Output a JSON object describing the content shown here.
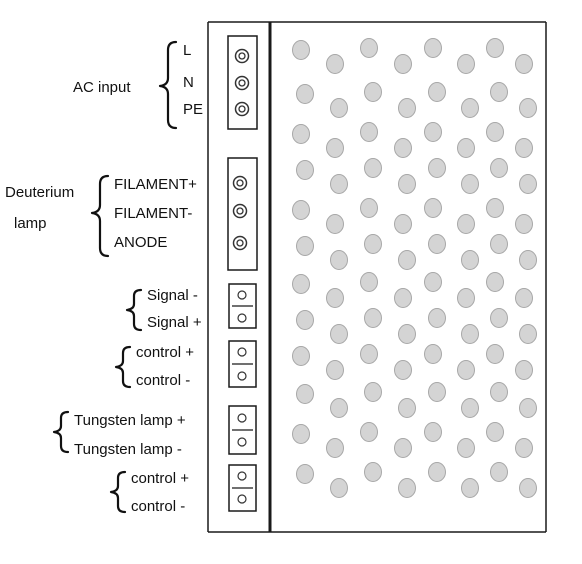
{
  "groups": {
    "ac_input": {
      "title": "AC input",
      "terminals": [
        "L",
        "N",
        "PE"
      ]
    },
    "deuterium_lamp": {
      "title_line1": "Deuterium",
      "title_line2": "lamp",
      "terminals": [
        "FILAMENT+",
        "FILAMENT-",
        "ANODE"
      ]
    },
    "signal": {
      "terminals": [
        "Signal -",
        "Signal +"
      ]
    },
    "control_1": {
      "terminals": [
        "control +",
        "control -"
      ]
    },
    "tungsten_lamp": {
      "terminals": [
        "Tungsten lamp +",
        "Tungsten lamp -"
      ]
    },
    "control_2": {
      "terminals": [
        "control +",
        "control -"
      ]
    }
  },
  "colors": {
    "line": "#1a1a1a",
    "vent_hole_fill": "#d4d4d4",
    "vent_hole_stroke": "#a8a8a8"
  },
  "icons": {
    "large_terminal": "screw-terminal-icon",
    "small_terminal": "spring-terminal-icon",
    "vent": "vent-hole-icon"
  }
}
